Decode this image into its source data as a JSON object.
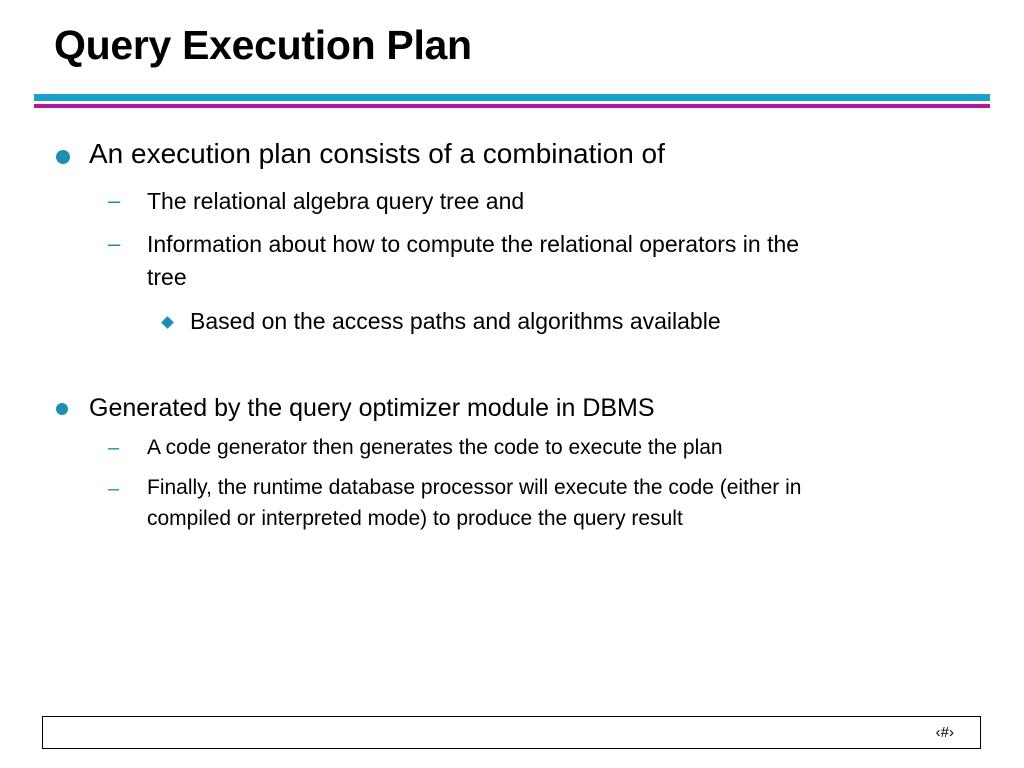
{
  "slide": {
    "title": "Query Execution Plan",
    "colors": {
      "cyan_rule": "#19a3c8",
      "magenta_rule": "#b4169e",
      "bullet": "#1d8fb0"
    },
    "bullets": [
      {
        "text": "An execution plan consists of a combination of",
        "subs": [
          {
            "text": "The relational algebra query tree and"
          },
          {
            "text_line1": "Information about how to compute the relational operators in the",
            "text_line2": "tree",
            "subs": [
              {
                "text": "Based on the access paths and algorithms available"
              }
            ]
          }
        ]
      },
      {
        "text": "Generated by the query optimizer module in DBMS",
        "subs": [
          {
            "text": "A code generator then generates the code to execute the plan"
          },
          {
            "text_line1": "Finally, the runtime database processor will execute the code (either in",
            "text_line2": "compiled or interpreted mode) to produce the query result"
          }
        ]
      }
    ],
    "dash_symbol": "–",
    "page_number": "‹#›"
  }
}
